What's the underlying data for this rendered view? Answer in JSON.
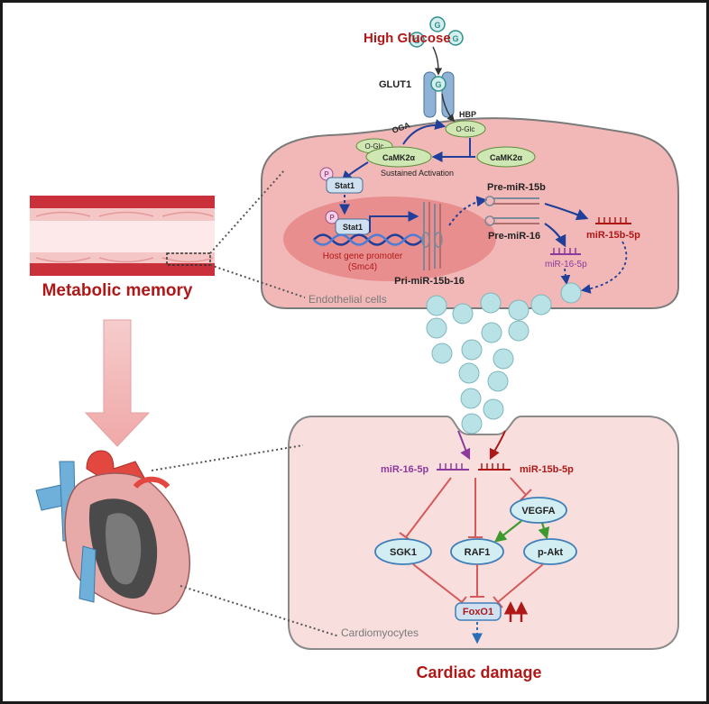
{
  "title_high_glucose": "High Glucose",
  "glut1": "GLUT1",
  "glucose_letter": "G",
  "hbp": "HBP",
  "oga": "OGA",
  "o_glc_a": "O-Glc",
  "o_glc_b": "O-Glc",
  "camk2a_a": "CaMK2α",
  "camk2a_b": "CaMK2α",
  "sustained_activation": "Sustained Activation",
  "phospho": "P",
  "stat1_a": "Stat1",
  "stat1_b": "Stat1",
  "host_gene_promoter": "Host gene promoter",
  "smc4": "(Smc4)",
  "pri_mir": "Pri-miR-15b-16",
  "pre_mir_15b": "Pre-miR-15b",
  "pre_mir_16": "Pre-miR-16",
  "mir15b_5p_top": "miR-15b-5p",
  "mir16_5p_top": "miR-16-5p",
  "endothelial_cells": "Endothelial cells",
  "metabolic_memory": "Metabolic memory",
  "mir16_5p_bottom": "miR-16-5p",
  "mir15b_5p_bottom": "miR-15b-5p",
  "vegfa": "VEGFA",
  "sgk1": "SGK1",
  "raf1": "RAF1",
  "pakt": "p-Akt",
  "foxo1": "FoxO1",
  "cardiomyocytes": "Cardiomyocytes",
  "cardiac_damage": "Cardiac damage",
  "colors": {
    "dark_red": "#b01818",
    "cell_fill": "#f2b8b8",
    "cardio_fill": "#f9dede",
    "nucleus": "#e58080",
    "green_fill": "#cfe7b2",
    "blue_arrow": "#1f3f9a",
    "inhibit": "#d65a5a",
    "green_arrow": "#3c9a2e",
    "purple": "#8c3a9c",
    "vesicle": "#b9e2e6",
    "node_fill": "#d3eef3",
    "node_stroke": "#3f7fb8"
  }
}
